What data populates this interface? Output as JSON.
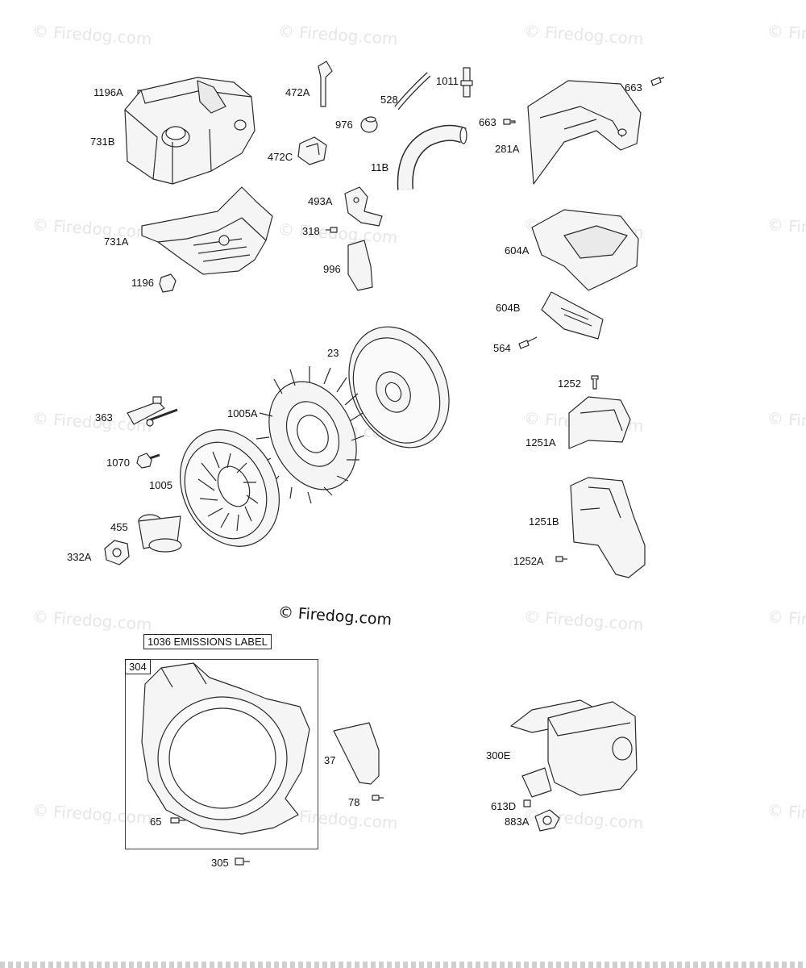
{
  "watermarks": {
    "text": "© Firedog.com",
    "center_text": "© Firedog.com"
  },
  "kit": {
    "emissions_label": "1036 EMISSIONS LABEL",
    "box_number": "304"
  },
  "labels": {
    "l1196A": "1196A",
    "l731B": "731B",
    "l472A": "472A",
    "l472C": "472C",
    "l976": "976",
    "l528": "528",
    "l1011": "1011",
    "l11B": "11B",
    "l663a": "663",
    "l663b": "663",
    "l281A": "281A",
    "l731A": "731A",
    "l1196": "1196",
    "l493A": "493A",
    "l318": "318",
    "l996": "996",
    "l604A": "604A",
    "l604B": "604B",
    "l564": "564",
    "l23": "23",
    "l1252": "1252",
    "l363": "363",
    "l1005A": "1005A",
    "l1251A": "1251A",
    "l1070": "1070",
    "l1005": "1005",
    "l455": "455",
    "l332A": "332A",
    "l1251B": "1251B",
    "l1252A": "1252A",
    "l37": "37",
    "l78": "78",
    "l65": "65",
    "l305": "305",
    "l300E": "300E",
    "l613D": "613D",
    "l883A": "883A"
  },
  "colors": {
    "line": "#2a2a2a",
    "fill": "#f5f5f5",
    "watermark": "#e6e6e6"
  }
}
